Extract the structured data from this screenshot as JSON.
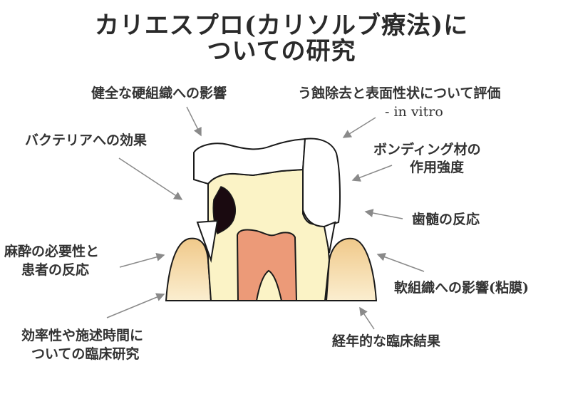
{
  "title": {
    "line1": "カリエスプロ(カリソルブ療法)に",
    "line2": "ついての研究"
  },
  "labels": {
    "hard_tissue": "健全な硬組織への影響",
    "caries_removal_line1": "う蝕除去と表面性状について評価",
    "caries_removal_line2": "- in vitro",
    "bacteria": "バクテリアへの効果",
    "bonding_line1": "ボンディング材の",
    "bonding_line2": "作用強度",
    "pulp": "歯髄の反応",
    "anesthesia_line1": "麻酔の必要性と",
    "anesthesia_line2": "患者の反応",
    "soft_tissue": "軟組織への影響(粘膜)",
    "efficiency_line1": "効率性や施述時間に",
    "efficiency_line2": "ついての臨床研究",
    "long_term": "経年的な臨床結果"
  },
  "colors": {
    "dentin": "#fbf3c6",
    "pulp": "#ec9a78",
    "gum": "#f3cf95",
    "caries": "#1a0a10",
    "enamel": "#ffffff",
    "outline": "#1a1a1a",
    "arrow": "#8a8a8a"
  }
}
